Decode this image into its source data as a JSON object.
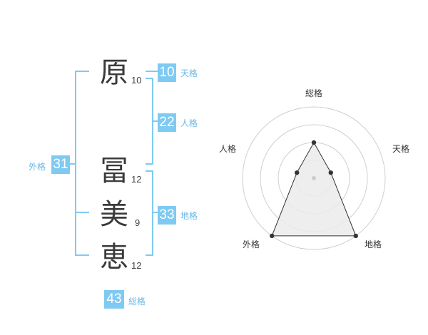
{
  "name": {
    "chars": [
      {
        "char": "原",
        "strokes": "10"
      },
      {
        "char": "冨",
        "strokes": "12"
      },
      {
        "char": "美",
        "strokes": "9"
      },
      {
        "char": "恵",
        "strokes": "12"
      }
    ]
  },
  "kaku": {
    "tenkaku": {
      "value": "10",
      "label": "天格"
    },
    "jinkaku": {
      "value": "22",
      "label": "人格"
    },
    "chikaku": {
      "value": "33",
      "label": "地格"
    },
    "gaikaku": {
      "value": "31",
      "label": "外格"
    },
    "soukaku": {
      "value": "43",
      "label": "総格"
    }
  },
  "colors": {
    "bracket": "#7fcaf2",
    "badge": "#7fcaf2",
    "badge_label": "#6ab7e4"
  },
  "chart_data": {
    "type": "radar",
    "axes": [
      "総格",
      "天格",
      "地格",
      "外格",
      "人格"
    ],
    "rings": 4,
    "max": 4,
    "values": [
      2,
      1,
      4,
      4,
      1
    ],
    "fill": "#ebebeb",
    "stroke": "#333333"
  }
}
